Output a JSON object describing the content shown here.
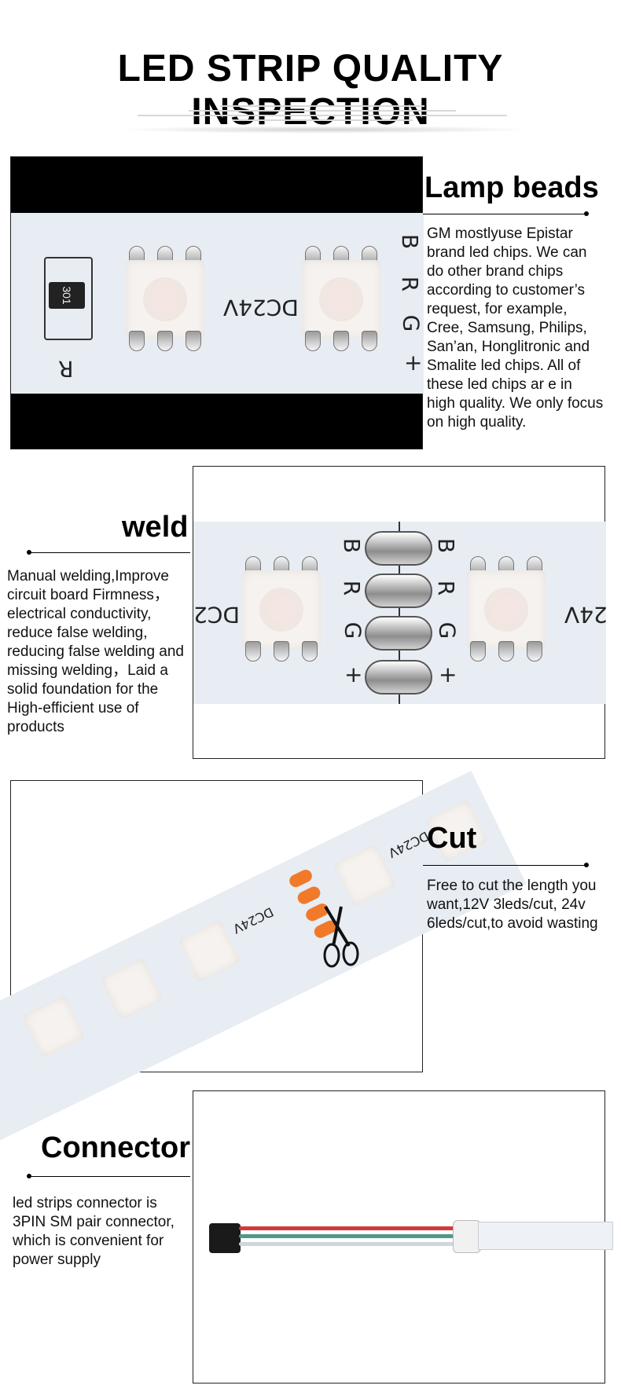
{
  "page_title": "LED STRIP QUALITY INSPECTION",
  "sections": {
    "lamp_beads": {
      "heading": "Lamp beads",
      "text": "GM mostlyuse Epistar brand led chips. We can do other brand chips according to customer’s request, for example, Cree, Samsung, Philips, San’an, Honglitronic and Smalite led chips. All of these led chips ar e in high quality. We only focus on high quality.",
      "image_labels": {
        "r": "R",
        "resistor": "301",
        "voltage": "DC24V",
        "b": "B",
        "r2": "R",
        "g": "G",
        "plus": "+"
      }
    },
    "weld": {
      "heading": "weld",
      "text": "Manual welding,Improve circuit board Firmness，electrical conductivity, reduce false welding, reducing false welding and missing welding，Laid a solid foundation for the High-efficient use of products",
      "image_labels": {
        "left_voltage": "DC2",
        "right_voltage": "24V",
        "b": "B",
        "r": "R",
        "g": "G",
        "plus": "+"
      }
    },
    "cut": {
      "heading": "Cut",
      "text": "Free to cut the length you want,12V 3leds/cut, 24v 6leds/cut,to avoid wasting",
      "image_labels": {
        "voltage": "DC24V",
        "voltage2": "DC24V"
      }
    },
    "connector": {
      "heading": "Connector",
      "text": "led strips connector is 3PIN SM pair connector, which is convenient for power supply"
    }
  },
  "colors": {
    "strip": "#e8ecf3",
    "pad_orange": "#f07a2a",
    "black_band": "#000000"
  }
}
